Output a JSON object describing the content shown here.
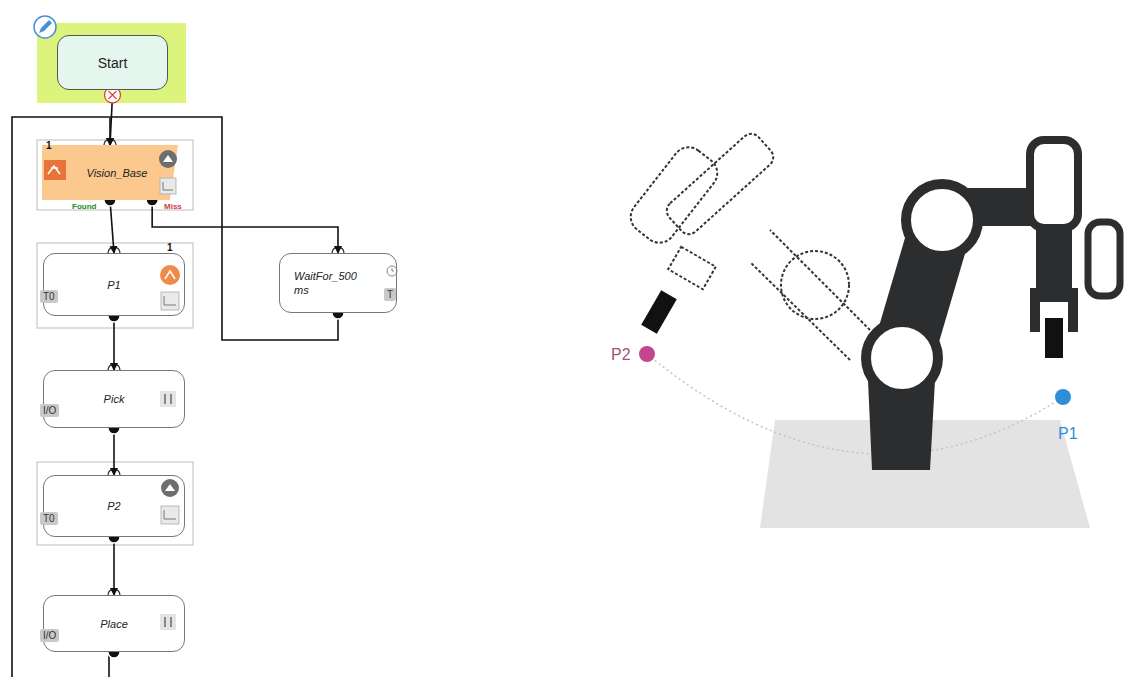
{
  "diagram": {
    "nodes": [
      {
        "text": [
          "Start"
        ]
      },
      {
        "text": [
          "Vision_Base"
        ]
      },
      {
        "text": [
          "P1"
        ]
      },
      {
        "text": [
          "WaitFor_500 ms"
        ]
      },
      {
        "text": [
          "Pick"
        ]
      },
      {
        "text": [
          "P2"
        ]
      },
      {
        "text": [
          "Place"
        ]
      }
    ],
    "edges": [
      {
        "from": 0,
        "to": 1,
        "arrow": "to"
      },
      {
        "from": 1,
        "to": 2,
        "arrow": "to"
      },
      {
        "from": 1,
        "to": 3,
        "arrow": "to"
      },
      {
        "from": 3,
        "to": 1,
        "arrow": "to"
      },
      {
        "from": 2,
        "to": 4,
        "arrow": "to"
      },
      {
        "from": 4,
        "to": 5,
        "arrow": "to"
      },
      {
        "from": 5,
        "to": 6,
        "arrow": "to"
      }
    ],
    "labels": [
      "1",
      "Found",
      "Miss",
      "1",
      "T0",
      "T",
      "I/O",
      "T0",
      "I/O",
      "P2",
      "P1"
    ]
  }
}
